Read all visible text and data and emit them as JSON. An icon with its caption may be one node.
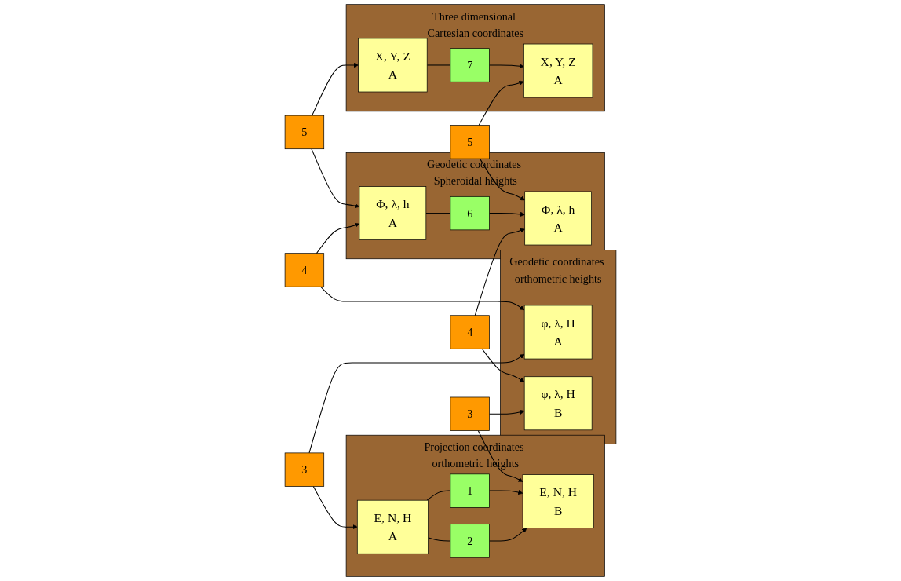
{
  "diagram": {
    "nodes": [
      {
        "text": [
          "Projection coordinates orthometric heights"
        ]
      },
      {
        "text": [
          "E,  N,  H",
          "A"
        ],
        "in": 0
      },
      {
        "text": [
          "2"
        ],
        "in": 0
      },
      {
        "text": [
          "1"
        ],
        "in": 0
      },
      {
        "text": [
          "E,  N,  H",
          "B"
        ],
        "in": 0
      },
      {
        "text": [
          "3"
        ]
      },
      {
        "text": [
          "3"
        ]
      },
      {
        "text": [
          "Geodetic coordinates orthometric heights"
        ]
      },
      {
        "text": [
          "φ,  λ,  H",
          "A"
        ],
        "in": 7
      },
      {
        "text": [
          "φ,  λ,  H",
          "B"
        ],
        "in": 7
      },
      {
        "text": [
          "4"
        ]
      },
      {
        "text": [
          "4"
        ]
      },
      {
        "text": [
          "Geodetic coordinates Spheroidal heights"
        ]
      },
      {
        "text": [
          "Φ, λ, h",
          "A"
        ],
        "in": 12
      },
      {
        "text": [
          "6"
        ],
        "in": 12
      },
      {
        "text": [
          "Φ, λ, h",
          "A"
        ],
        "in": 12
      },
      {
        "text": [
          "5"
        ]
      },
      {
        "text": [
          "5"
        ]
      },
      {
        "text": [
          "Three dimensional Cartesian coordinates"
        ]
      },
      {
        "text": [
          "X, Y, Z",
          "A"
        ],
        "in": 18
      },
      {
        "text": [
          "7"
        ],
        "in": 18
      },
      {
        "text": [
          "X, Y, Z",
          "A"
        ],
        "in": 18
      }
    ],
    "edges": [
      {
        "from": 5,
        "to": 1,
        "arrow": "to"
      },
      {
        "from": 5,
        "to": 8,
        "arrow": "to"
      },
      {
        "from": 1,
        "to": 2,
        "arrow": "none"
      },
      {
        "from": 2,
        "to": 4,
        "arrow": "to"
      },
      {
        "from": 1,
        "to": 3,
        "arrow": "none"
      },
      {
        "from": 3,
        "to": 4,
        "arrow": "to"
      },
      {
        "from": 6,
        "to": 4,
        "arrow": "to"
      },
      {
        "from": 6,
        "to": 9,
        "arrow": "to"
      },
      {
        "from": 10,
        "to": 8,
        "arrow": "to"
      },
      {
        "from": 10,
        "to": 13,
        "arrow": "to"
      },
      {
        "from": 11,
        "to": 9,
        "arrow": "to"
      },
      {
        "from": 11,
        "to": 15,
        "arrow": "to"
      },
      {
        "from": 13,
        "to": 14,
        "arrow": "none"
      },
      {
        "from": 14,
        "to": 15,
        "arrow": "to"
      },
      {
        "from": 16,
        "to": 13,
        "arrow": "to"
      },
      {
        "from": 16,
        "to": 19,
        "arrow": "to"
      },
      {
        "from": 17,
        "to": 15,
        "arrow": "to"
      },
      {
        "from": 17,
        "to": 21,
        "arrow": "to"
      },
      {
        "from": 19,
        "to": 20,
        "arrow": "none"
      },
      {
        "from": 20,
        "to": 21,
        "arrow": "to"
      }
    ]
  }
}
